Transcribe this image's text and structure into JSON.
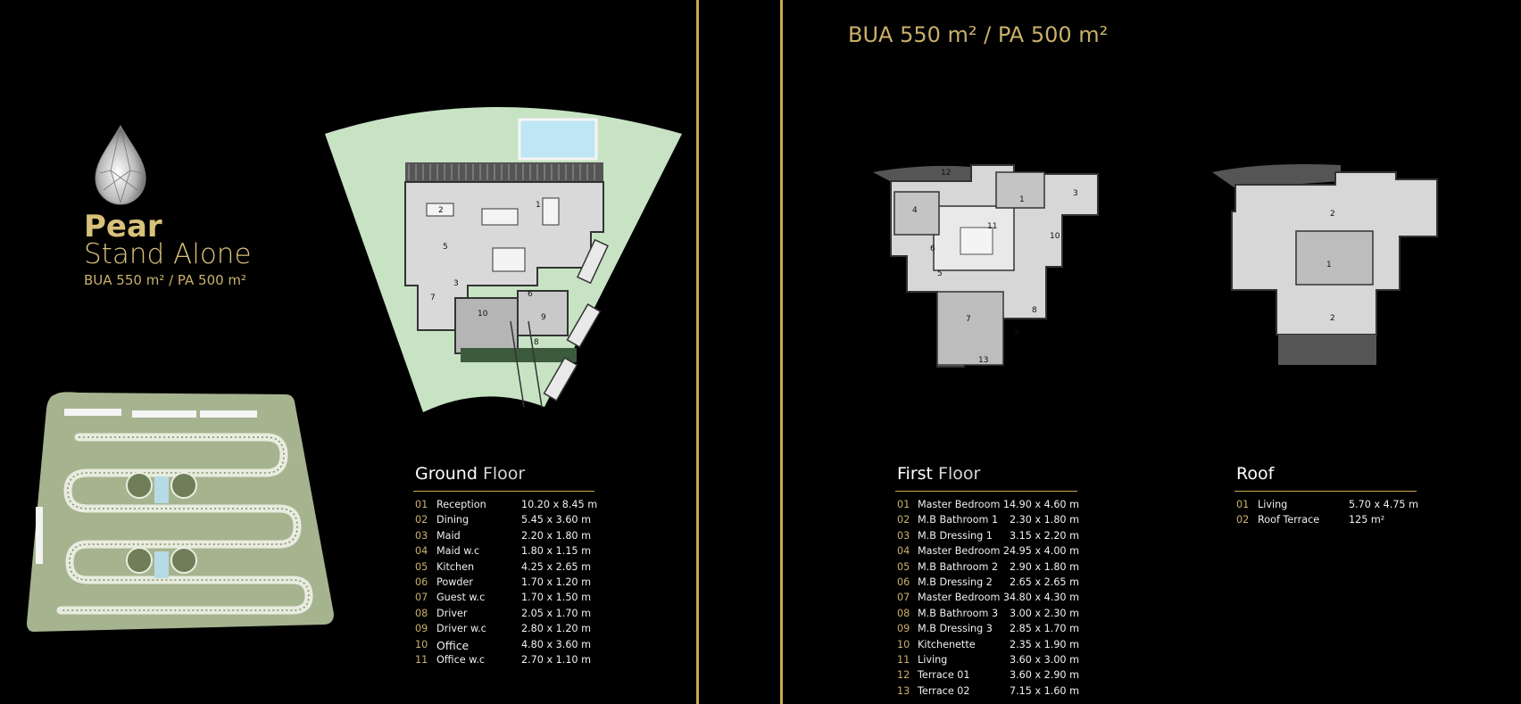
{
  "brand": {
    "title_bold": "Pear",
    "title_sub": "Stand Alone",
    "area_left": "BUA 550 m² / PA 500 m²",
    "area_right": "BUA 550 m² / PA 500 m²"
  },
  "ground_floor": {
    "heading_bold": "Ground",
    "heading_light": "Floor",
    "rooms": [
      {
        "num": "01",
        "name": "Reception",
        "dim": "10.20 x 8.45 m"
      },
      {
        "num": "02",
        "name": "Dining",
        "dim": "5.45 x 3.60 m"
      },
      {
        "num": "03",
        "name": "Maid",
        "dim": "2.20 x 1.80 m"
      },
      {
        "num": "04",
        "name": "Maid w.c",
        "dim": "1.80 x 1.15 m"
      },
      {
        "num": "05",
        "name": "Kitchen",
        "dim": "4.25 x 2.65 m"
      },
      {
        "num": "06",
        "name": "Powder",
        "dim": "1.70 x 1.20 m"
      },
      {
        "num": "07",
        "name": "Guest w.c",
        "dim": "1.70 x 1.50 m"
      },
      {
        "num": "08",
        "name": "Driver",
        "dim": "2.05 x 1.70 m"
      },
      {
        "num": "09",
        "name": "Driver w.c",
        "dim": "2.80 x 1.20 m"
      },
      {
        "num": "10",
        "name": "Office",
        "dim": "4.80 x 3.60 m"
      },
      {
        "num": "11",
        "name": "Office w.c",
        "dim": "2.70 x 1.10 m"
      }
    ],
    "plan_labels": [
      "1",
      "2",
      "3",
      "5",
      "6",
      "7",
      "8",
      "9",
      "10"
    ]
  },
  "first_floor": {
    "heading_bold": "First",
    "heading_light": "Floor",
    "rooms": [
      {
        "num": "01",
        "name": "Master Bedroom 1",
        "dim": "4.90 x 4.60 m"
      },
      {
        "num": "02",
        "name": "M.B Bathroom 1",
        "dim": "2.30 x 1.80 m"
      },
      {
        "num": "03",
        "name": "M.B Dressing 1",
        "dim": "3.15 x 2.20 m"
      },
      {
        "num": "04",
        "name": "Master Bedroom 2",
        "dim": "4.95 x 4.00 m"
      },
      {
        "num": "05",
        "name": "M.B Bathroom 2",
        "dim": "2.90 x 1.80 m"
      },
      {
        "num": "06",
        "name": "M.B Dressing 2",
        "dim": "2.65 x 2.65 m"
      },
      {
        "num": "07",
        "name": "Master Bedroom 3",
        "dim": "4.80 x 4.30 m"
      },
      {
        "num": "08",
        "name": "M.B Bathroom 3",
        "dim": "3.00 x 2.30 m"
      },
      {
        "num": "09",
        "name": "M.B Dressing 3",
        "dim": "2.85 x 1.70 m"
      },
      {
        "num": "10",
        "name": "Kitchenette",
        "dim": "2.35 x 1.90 m"
      },
      {
        "num": "11",
        "name": "Living",
        "dim": "3.60 x 3.00 m"
      },
      {
        "num": "12",
        "name": "Terrace 01",
        "dim": "3.60 x 2.90 m"
      },
      {
        "num": "13",
        "name": "Terrace 02",
        "dim": "7.15 x 1.60 m"
      }
    ],
    "plan_labels": [
      "1",
      "3",
      "4",
      "5",
      "6",
      "7",
      "8",
      "9",
      "10",
      "11",
      "12",
      "13"
    ]
  },
  "roof": {
    "heading": "Roof",
    "rooms": [
      {
        "num": "01",
        "name": "Living",
        "dim": "5.70 x 4.75 m"
      },
      {
        "num": "02",
        "name": "Roof Terrace",
        "dim": "125 m²"
      }
    ],
    "plan_labels": [
      "1",
      "2",
      "2"
    ]
  },
  "colors": {
    "background": "#000000",
    "accent_gold": "#c9a94e",
    "plot_green": "#c7e3c4",
    "site_green": "#a7b48e",
    "floor_gray": "#d7d7d7",
    "pool_blue": "#bfe6f5"
  },
  "icons": {
    "gem": "pear-diamond-icon",
    "site": "site-master-plan-image"
  }
}
